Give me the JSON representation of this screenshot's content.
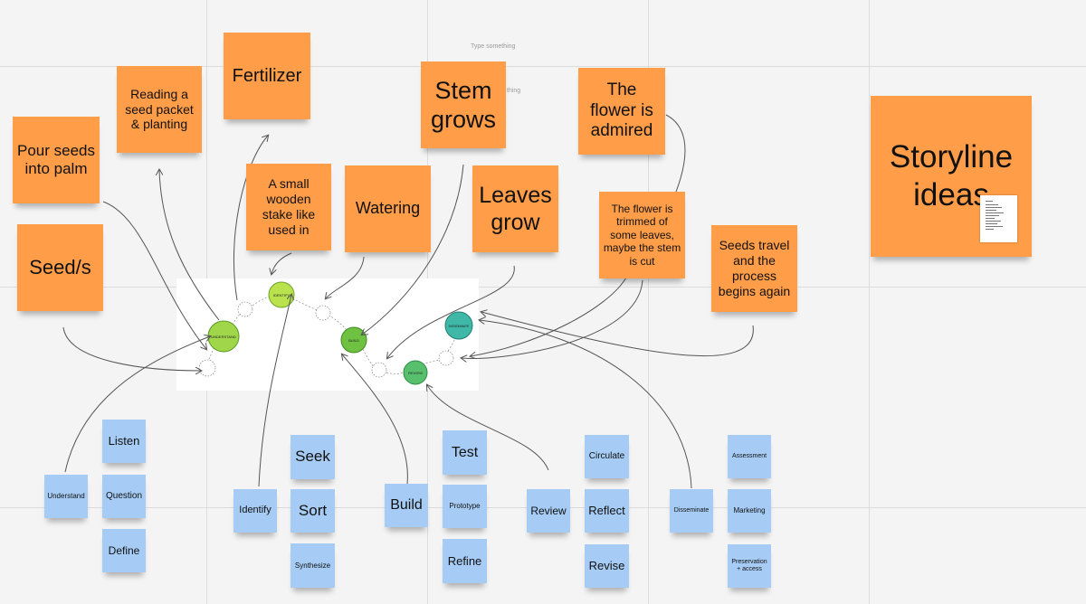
{
  "board": {
    "ghost_text": "Type something",
    "ghost_text_partial": "thing"
  },
  "stickies": {
    "pour_seeds": "Pour seeds into palm",
    "reading": "Reading a seed packet & planting",
    "fertilizer": "Fertilizer",
    "stake": "A small wooden stake like used in",
    "watering": "Watering",
    "stem": "Stem grows",
    "leaves": "Leaves grow",
    "admired": "The flower is admired",
    "trimmed": "The flower is trimmed of some leaves, maybe the stem is cut",
    "seeds_travel": "Seeds travel and the process begins again",
    "seed": "Seed/s",
    "storyline": "Storyline ideas"
  },
  "process": {
    "understand": "Understand",
    "listen": "Listen",
    "question": "Question",
    "define": "Define",
    "identify": "Identify",
    "seek": "Seek",
    "sort": "Sort",
    "synthesize": "Synthesize",
    "build": "Build",
    "test": "Test",
    "prototype": "Prototype",
    "refine": "Refine",
    "review": "Review",
    "circulate": "Circulate",
    "reflect": "Reflect",
    "revise": "Revise",
    "disseminate": "Disseminate",
    "assessment": "Assessment",
    "marketing": "Marketing",
    "preservation": "Preservation + access"
  },
  "diagram_nodes": {
    "understand": "UNDERSTAND",
    "identify": "IDENTIFY",
    "build": "BUILD",
    "review": "REVIEW",
    "disseminate": "DISSEMINATE"
  },
  "colors": {
    "orange_note": "#ff9d48",
    "blue_note": "#a6ccf5",
    "connector": "#555555",
    "node_green": "#8fd14f",
    "node_teal": "#3fb8a8"
  }
}
